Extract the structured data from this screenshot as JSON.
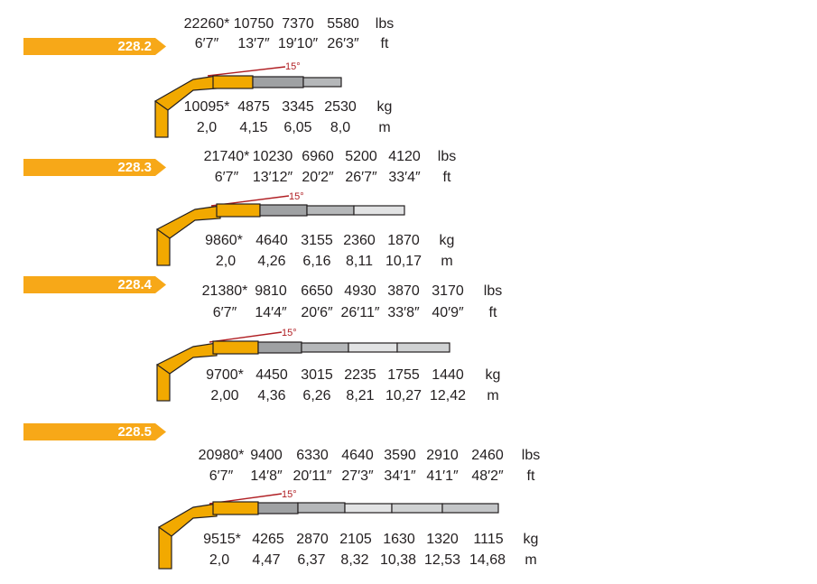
{
  "colors": {
    "tag": "#f7a818",
    "boom": "#f2a900",
    "grey": "#9fa1a3",
    "angle": "#b01e23"
  },
  "models": [
    {
      "name": "228.2",
      "angle": "15°",
      "top_weights": [
        "22260*",
        "10750",
        "7370",
        "5580"
      ],
      "top_weight_unit": "lbs",
      "top_distances": [
        "6′7″",
        "13′7″",
        "19′10″",
        "26′3″"
      ],
      "top_distance_unit": "ft",
      "bottom_weights": [
        "10095*",
        "4875",
        "3345",
        "2530"
      ],
      "bottom_weight_unit": "kg",
      "bottom_distances": [
        "2,0",
        "4,15",
        "6,05",
        "8,0"
      ],
      "bottom_distance_unit": "m"
    },
    {
      "name": "228.3",
      "angle": "15°",
      "top_weights": [
        "21740*",
        "10230",
        "6960",
        "5200",
        "4120"
      ],
      "top_weight_unit": "lbs",
      "top_distances": [
        "6′7″",
        "13′12″",
        "20′2″",
        "26′7″",
        "33′4″"
      ],
      "top_distance_unit": "ft",
      "bottom_weights": [
        "9860*",
        "4640",
        "3155",
        "2360",
        "1870"
      ],
      "bottom_weight_unit": "kg",
      "bottom_distances": [
        "2,0",
        "4,26",
        "6,16",
        "8,11",
        "10,17"
      ],
      "bottom_distance_unit": "m"
    },
    {
      "name": "228.4",
      "angle": "15°",
      "top_weights": [
        "21380*",
        "9810",
        "6650",
        "4930",
        "3870",
        "3170"
      ],
      "top_weight_unit": "lbs",
      "top_distances": [
        "6′7″",
        "14′4″",
        "20′6″",
        "26′11″",
        "33′8″",
        "40′9″"
      ],
      "top_distance_unit": "ft",
      "bottom_weights": [
        "9700*",
        "4450",
        "3015",
        "2235",
        "1755",
        "1440"
      ],
      "bottom_weight_unit": "kg",
      "bottom_distances": [
        "2,00",
        "4,36",
        "6,26",
        "8,21",
        "10,27",
        "12,42"
      ],
      "bottom_distance_unit": "m"
    },
    {
      "name": "228.5",
      "angle": "15°",
      "top_weights": [
        "20980*",
        "9400",
        "6330",
        "4640",
        "3590",
        "2910",
        "2460"
      ],
      "top_weight_unit": "lbs",
      "top_distances": [
        "6′7″",
        "14′8″",
        "20′11″",
        "27′3″",
        "34′1″",
        "41′1″",
        "48′2″"
      ],
      "top_distance_unit": "ft",
      "bottom_weights": [
        "9515*",
        "4265",
        "2870",
        "2105",
        "1630",
        "1320",
        "1115"
      ],
      "bottom_weight_unit": "kg",
      "bottom_distances": [
        "2,0",
        "4,47",
        "6,37",
        "8,32",
        "10,38",
        "12,53",
        "14,68"
      ],
      "bottom_distance_unit": "m"
    }
  ]
}
